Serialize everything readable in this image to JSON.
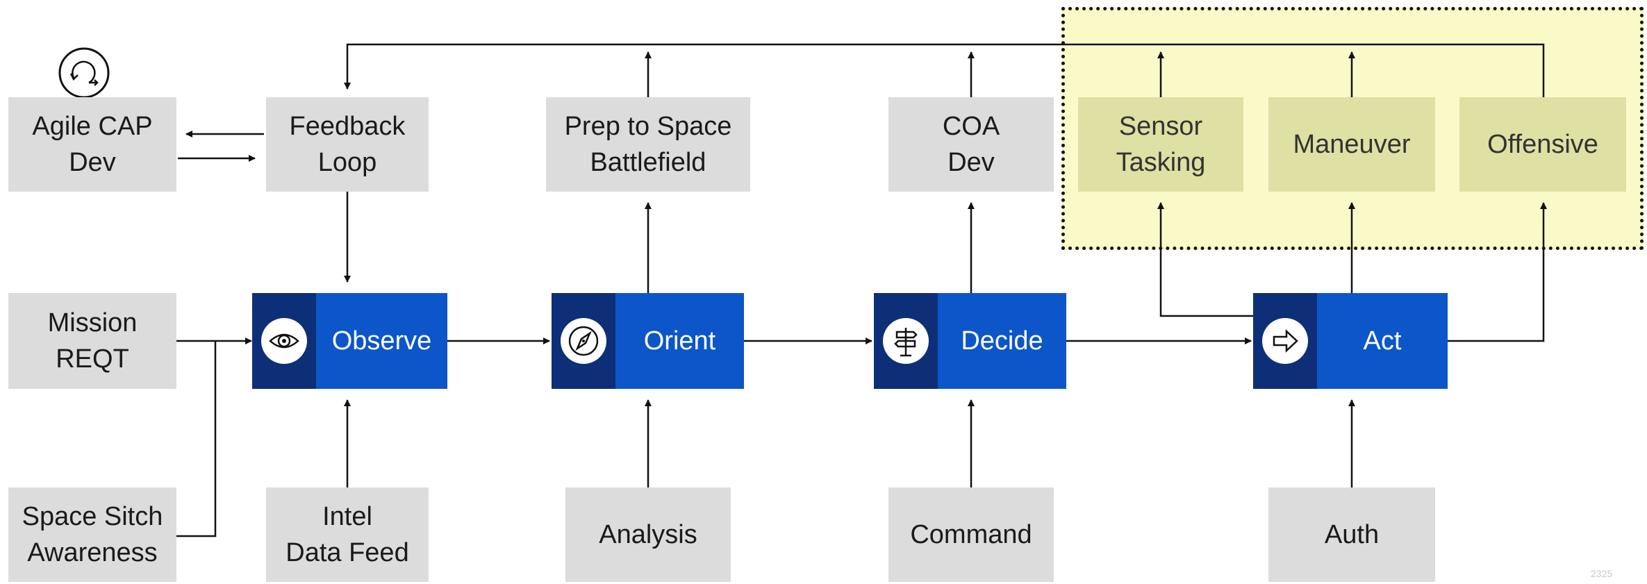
{
  "boxes": {
    "agile_cap": {
      "line1": "Agile CAP",
      "line2": "Dev"
    },
    "feedback_loop": {
      "line1": "Feedback",
      "line2": "Loop"
    },
    "prep_to_space": {
      "line1": "Prep to Space",
      "line2": "Battlefield"
    },
    "coa_dev": {
      "line1": "COA",
      "line2": "Dev"
    },
    "sensor_tasking": {
      "line1": "Sensor",
      "line2": "Tasking"
    },
    "maneuver": {
      "line1": "Maneuver"
    },
    "offensive": {
      "line1": "Offensive"
    },
    "mission_reqt": {
      "line1": "Mission",
      "line2": "REQT"
    },
    "space_sitch": {
      "line1": "Space Sitch",
      "line2": "Awareness"
    },
    "intel_data_feed": {
      "line1": "Intel",
      "line2": "Data Feed"
    },
    "analysis": {
      "line1": "Analysis"
    },
    "command": {
      "line1": "Command"
    },
    "auth": {
      "line1": "Auth"
    }
  },
  "phases": {
    "observe": {
      "label": "Observe",
      "icon": "eye-icon"
    },
    "orient": {
      "label": "Orient",
      "icon": "compass-icon"
    },
    "decide": {
      "label": "Decide",
      "icon": "signpost-icon"
    },
    "act": {
      "label": "Act",
      "icon": "arrow-right-icon"
    }
  },
  "agile_icon": "cycle-icon",
  "page_number": "2325",
  "colors": {
    "phase_blue": "#0c56c9",
    "phase_dark": "#0d2f77",
    "grey_box": "#dcdcdc",
    "highlight_fill": "#fafac9",
    "highlight_box": "#dfe0a3"
  }
}
